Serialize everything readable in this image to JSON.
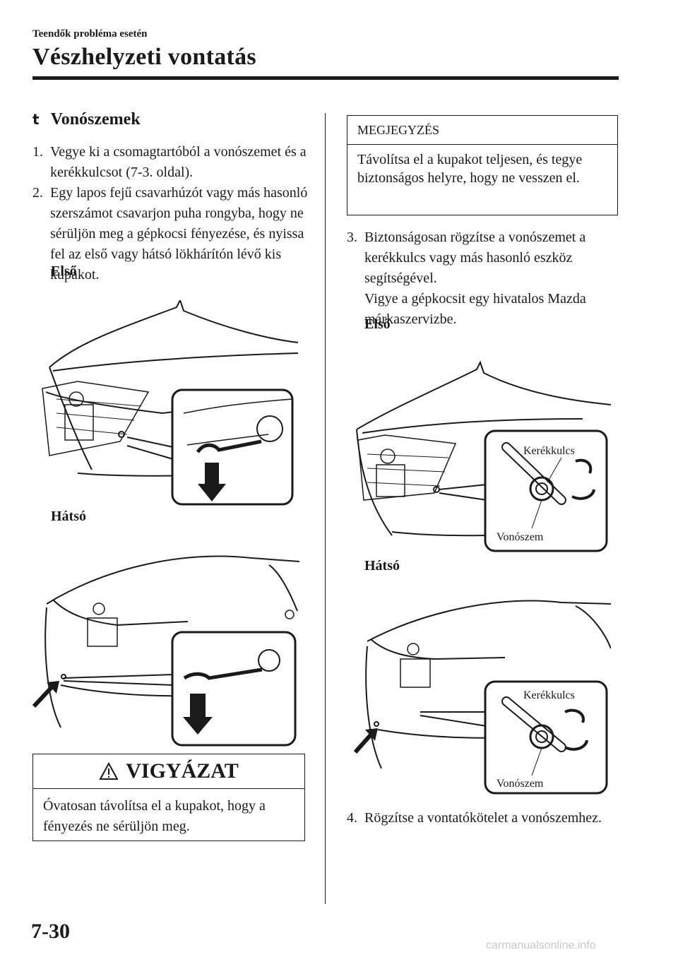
{
  "header": {
    "breadcrumb": "Teendők probléma esetén",
    "title": "Vészhelyzeti vontatás"
  },
  "section": {
    "bullet": "t",
    "title": "Vonószemek"
  },
  "left": {
    "step1": {
      "num": "1.",
      "text": "Vegye ki a csomagtartóból a vonószemet és a kerékkulcsot (7-3. oldal)."
    },
    "step2": {
      "num": "2.",
      "text": "Egy lapos fejű csavarhúzót vagy más hasonló szerszámot csavarjon puha rongyba, hogy ne sérüljön meg a gépkocsi fényezése, és nyissa fel az első vagy hátsó lökhárítón lévő kis kupakot."
    },
    "front_label": "Első",
    "rear_label": "Hátsó"
  },
  "caution": {
    "title": "VIGYÁZAT",
    "text": "Óvatosan távolítsa el a kupakot, hogy a fényezés ne sérüljön meg."
  },
  "note": {
    "title": "MEGJEGYZÉS",
    "text": "Távolítsa el a kupakot teljesen, és tegye biztonságos helyre, hogy ne vesszen el."
  },
  "right": {
    "step3": {
      "num": "3.",
      "text": "Biztonságosan rögzítse a vonószemet a kerékkulcs vagy más hasonló eszköz segítségével.",
      "text2": "Vigye a gépkocsit egy hivatalos Mazda márkaszervizbe."
    },
    "front_label": "Első",
    "rear_label": "Hátsó",
    "callout_wrench": "Kerékkulcs",
    "callout_eye": "Vonószem",
    "step4": {
      "num": "4.",
      "text": "Rögzítse a vontatókötelet a vonószemhez."
    }
  },
  "footer": {
    "page_number": "7-30",
    "watermark": "carmanualsonline.info"
  }
}
